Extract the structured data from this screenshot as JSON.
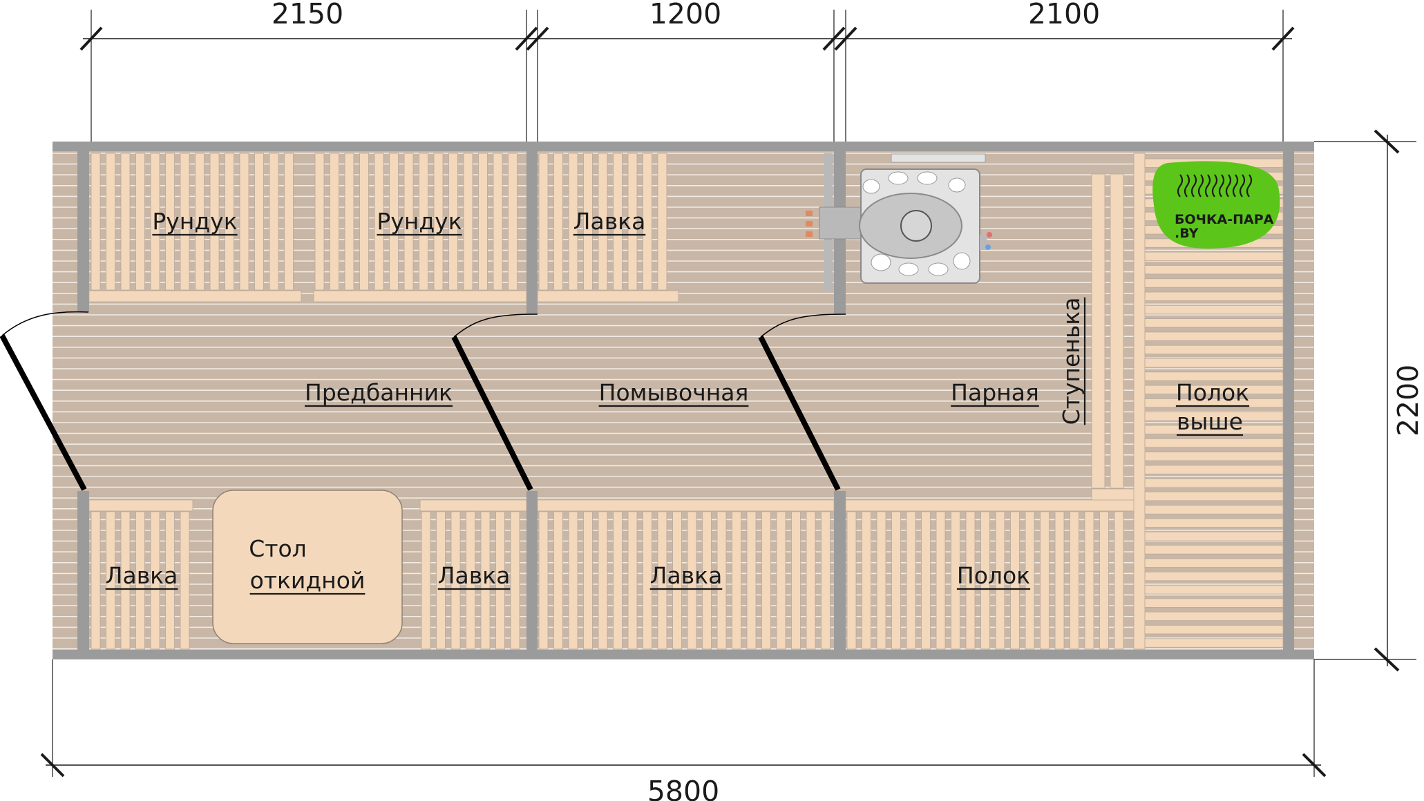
{
  "dimensions": {
    "top_1": "2150",
    "top_2": "1200",
    "top_3": "2100",
    "right": "2200",
    "bottom": "5800"
  },
  "rooms": {
    "predbannik": "Предбанник",
    "pomyvochnaya": "Помывочная",
    "parnaya": "Парная"
  },
  "furniture": {
    "rundyk_1": "Рундук",
    "rundyk_2": "Рундук",
    "lavka_top": "Лавка",
    "lavka_bottom_left": "Лавка",
    "table_line1": "Стол",
    "table_line2": "откидной",
    "lavka_bottom_mid": "Лавка",
    "lavka_wash": "Лавка",
    "polok": "Полок",
    "stupenka": "Ступенька",
    "polok_vyshe_line1": "Полок",
    "polok_vyshe_line2": "выше"
  },
  "logo": {
    "line1": "БОЧКА-ПАРА",
    "line2": ".BY",
    "color": "#5cc51a"
  },
  "colors": {
    "floor": "#c8b6a6",
    "floor_line": "#f3ece4",
    "wall": "#9b9b9b",
    "wood": "#f3d8bb",
    "wood_stroke": "#b8a89a",
    "door": "#000000",
    "dim_line": "#1a1a1a"
  }
}
